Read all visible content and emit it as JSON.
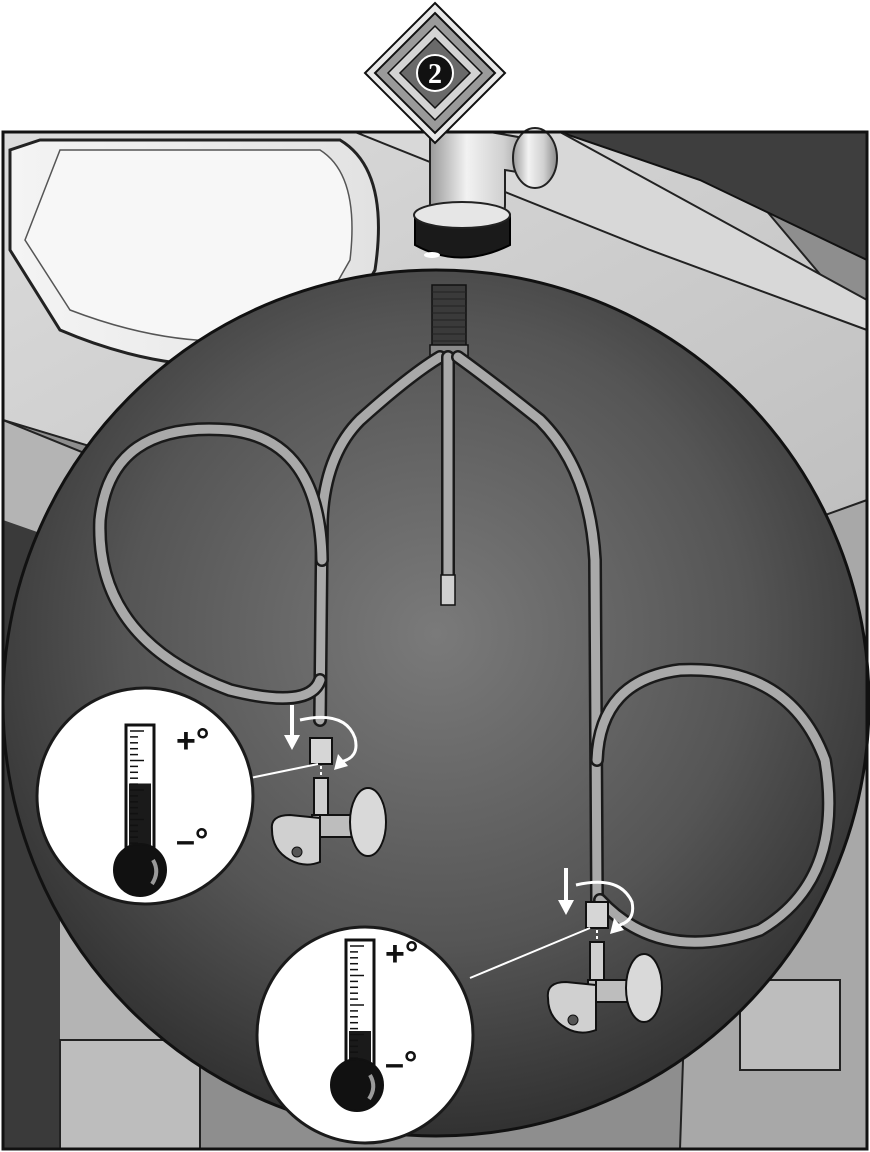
{
  "step_badge": {
    "number": "2"
  },
  "thermometer_left": {
    "hot_label": "+°",
    "cold_label": "–°",
    "level": 0.55
  },
  "thermometer_right": {
    "hot_label": "+°",
    "cold_label": "–°",
    "level": 0.3
  },
  "colors": {
    "frame": "#1a1a1a",
    "counter": "#c9c9c9",
    "cabinet_dark": "#4a4a4a",
    "sphere": "#5e5e5e",
    "hose": "#a9a9a9",
    "badge_outer": "#9a9a9a",
    "badge_inner": "#2b2b2b"
  }
}
